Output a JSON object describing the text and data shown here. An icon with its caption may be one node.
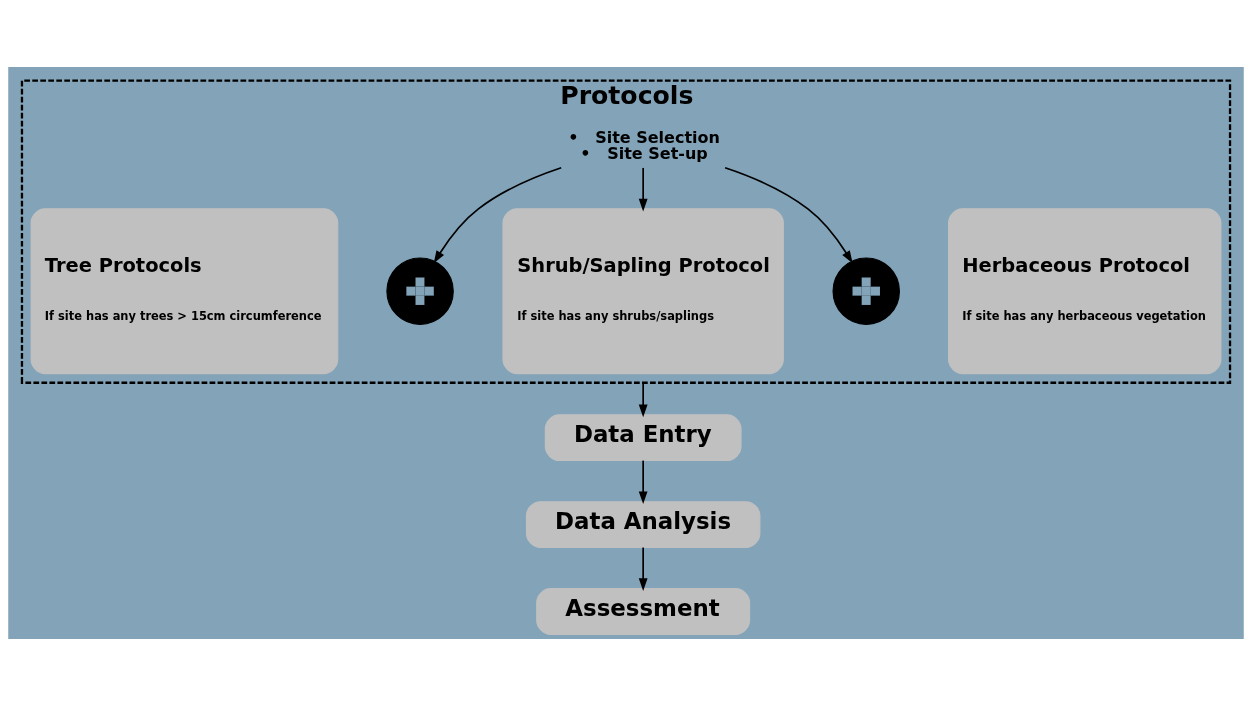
{
  "diagram": {
    "nodes": [
      {
        "text": [
          "Protocols"
        ]
      },
      {
        "text": [
          "•   Site Selection",
          "•   Site Set-up"
        ],
        "in": 0
      },
      {
        "text": [
          "Tree Protocols",
          "If site has any trees > 15cm circumference"
        ],
        "in": 0
      },
      {
        "text": [],
        "shape": "circle",
        "in": 0
      },
      {
        "text": [
          "Shrub/Sapling Protocol",
          "If site has any shrubs/saplings"
        ],
        "in": 0
      },
      {
        "text": [],
        "shape": "circle",
        "in": 0
      },
      {
        "text": [
          "Herbaceous Protocol",
          "If site has any herbaceous vegetation"
        ],
        "in": 0
      },
      {
        "text": [
          "Data Entry"
        ]
      },
      {
        "text": [
          "Data Analysis"
        ]
      },
      {
        "text": [
          "Assessment"
        ]
      }
    ],
    "edges": [
      {
        "from": 1,
        "to": 3,
        "arrow": "to"
      },
      {
        "from": 1,
        "to": 4,
        "arrow": "to"
      },
      {
        "from": 1,
        "to": 5,
        "arrow": "to"
      },
      {
        "from": 0,
        "to": 7,
        "arrow": "to"
      },
      {
        "from": 7,
        "to": 8,
        "arrow": "to"
      },
      {
        "from": 8,
        "to": 9,
        "arrow": "to"
      }
    ]
  }
}
